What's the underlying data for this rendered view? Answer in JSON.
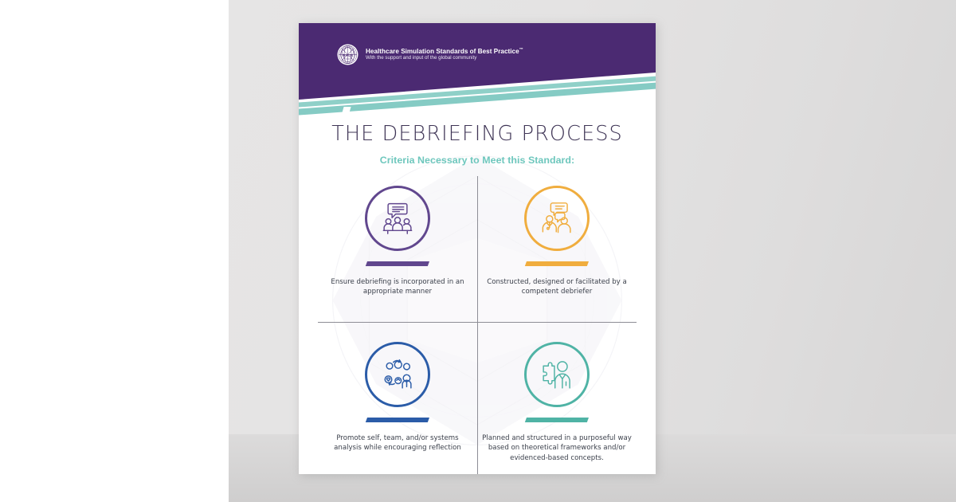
{
  "poster": {
    "header": {
      "logo_icon": "inacsl-globe-logo-icon",
      "title": "Healthcare Simulation Standards of Best Practice",
      "title_trademark": "™",
      "subtitle": "With the support and input of the global community"
    },
    "title": "THE DEBRIEFING PROCESS",
    "subtitle": "Criteria Necessary to Meet this Standard:",
    "colors": {
      "header_purple": "#4B2A72",
      "stripe_teal": "#8FD0C8",
      "title_navy": "#3F3556",
      "subtitle_teal": "#6EC7BD",
      "quadrant_purple": "#61478E",
      "quadrant_orange": "#F0AD3E",
      "quadrant_blue": "#2B5CA8",
      "quadrant_teal": "#4FB3A5",
      "body_text": "#3A3F4A",
      "divider": "#8E8E96",
      "backdrop_grey": "#E3E2E2"
    },
    "criteria": [
      {
        "position": "top-left",
        "icon": "group-discussion-speech-bubble-icon",
        "color": "#61478E",
        "text": "Ensure debriefing is incorporated in an appropriate manner"
      },
      {
        "position": "top-right",
        "icon": "two-people-speech-bubbles-icon",
        "color": "#F0AD3E",
        "text": "Constructed, designed or facilitated by a competent debriefer"
      },
      {
        "position": "bottom-left",
        "icon": "team-reflection-cycle-icon",
        "color": "#2B5CA8",
        "text": "Promote self, team, and/or systems analysis while encouraging reflection"
      },
      {
        "position": "bottom-right",
        "icon": "person-puzzle-piece-icon",
        "color": "#4FB3A5",
        "text": "Planned and structured in a purposeful way based on theoretical frameworks and/or evidenced-based concepts."
      }
    ]
  }
}
